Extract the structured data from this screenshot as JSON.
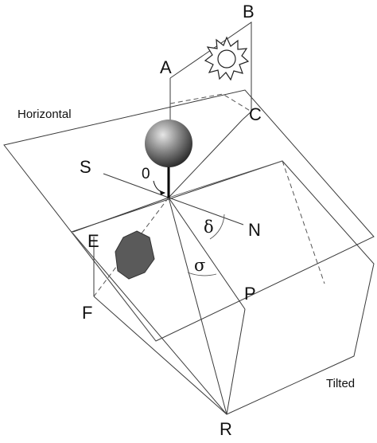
{
  "planes": {
    "horizontal_label": "Horizontal",
    "tilted_label": "Tilted"
  },
  "points": {
    "a": "A",
    "b": "B",
    "c": "C",
    "s": "S",
    "n": "N",
    "e": "E",
    "f": "F",
    "p": "P",
    "r": "R"
  },
  "angles": {
    "zero": "0",
    "delta": "δ",
    "sigma": "σ"
  },
  "colors": {
    "line": "#3a3a3a",
    "sphere_light": "#d9d9d9",
    "sphere_dark": "#2a2a2a",
    "shadow": "#5a5a5a"
  }
}
